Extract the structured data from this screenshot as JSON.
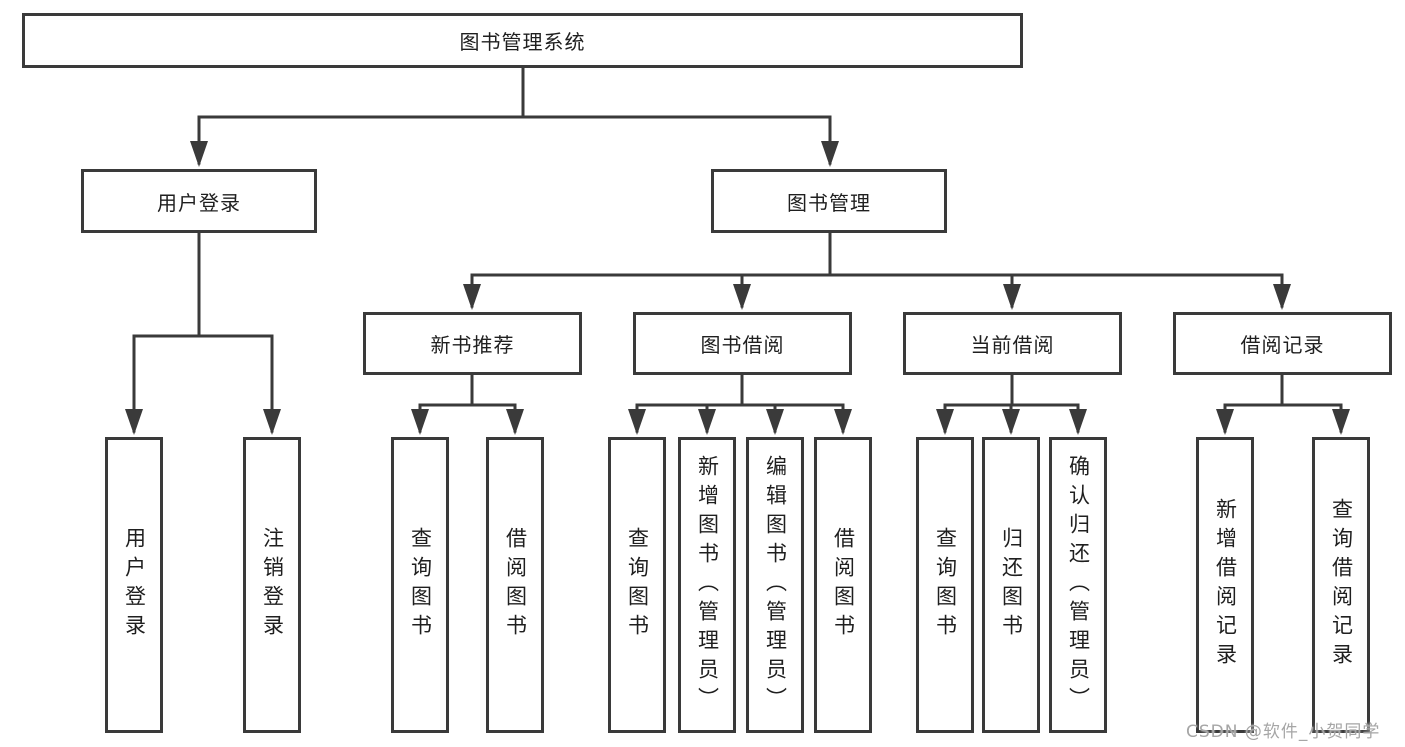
{
  "theme": {
    "line_color": "#3a3a3a",
    "text_color": "#1f1f1f",
    "background": "#ffffff",
    "watermark_color": "#a6a6a6"
  },
  "nodes": {
    "root": "图书管理系统",
    "level2": {
      "login": "用户登录",
      "management": "图书管理"
    },
    "level3": {
      "recommend": "新书推荐",
      "borrow": "图书借阅",
      "current": "当前借阅",
      "records": "借阅记录"
    },
    "leaves": {
      "login": [
        "用户登录",
        "注销登录"
      ],
      "recommend": [
        "查询图书",
        "借阅图书"
      ],
      "borrow": [
        "查询图书",
        "新增图书（管理员）",
        "编辑图书（管理员）",
        "借阅图书"
      ],
      "current": [
        "查询图书",
        "归还图书",
        "确认归还（管理员）"
      ],
      "records": [
        "新增借阅记录",
        "查询借阅记录"
      ]
    }
  },
  "watermark": "CSDN @软件_小贺同学"
}
